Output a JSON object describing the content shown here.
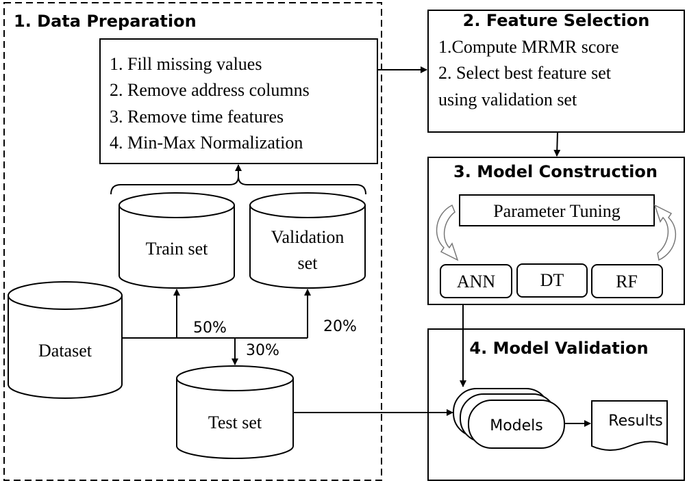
{
  "sections": {
    "data_preparation": {
      "title": "1. Data Preparation"
    },
    "feature_selection": {
      "title": "2. Feature Selection",
      "lines": [
        "1.Compute MRMR score",
        "2. Select best feature set",
        "using validation set"
      ]
    },
    "model_construction": {
      "title": "3. Model Construction",
      "tuning_label": "Parameter Tuning",
      "models": [
        "ANN",
        "DT",
        "RF"
      ]
    },
    "model_validation": {
      "title": "4. Model Validation",
      "models_label": "Models",
      "results_label": "Results"
    }
  },
  "preprocessing_steps": [
    "1. Fill missing values",
    "2. Remove address columns",
    "3. Remove time features",
    "4. Min-Max Normalization"
  ],
  "datasets": {
    "dataset": "Dataset",
    "train_set": "Train set",
    "validation_set_line1": "Validation",
    "validation_set_line2": "set",
    "test_set": "Test set"
  },
  "splits": {
    "train": "50%",
    "validation": "20%",
    "test": "30%"
  },
  "colors": {
    "line": "#000000",
    "background": "#ffffff",
    "curved_arrow": "#ffffff"
  }
}
